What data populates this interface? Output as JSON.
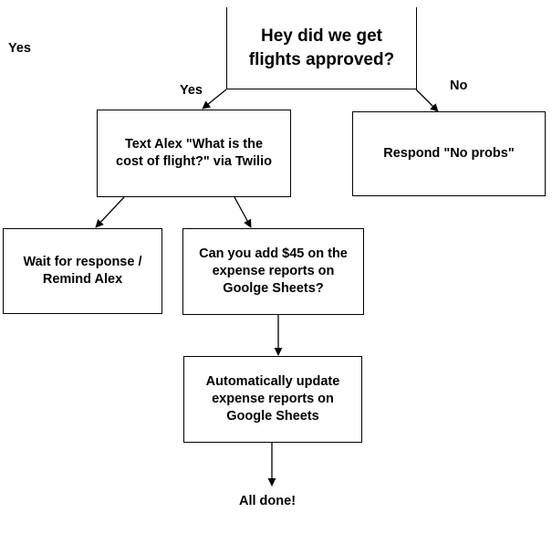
{
  "nodes": {
    "root": "Hey did we get\nflights approved?",
    "text_alex": "Text Alex \"What is the\ncost of flight?\" via Twilio",
    "respond": "Respond \"No probs\"",
    "wait": "Wait for response /\nRemind Alex",
    "add_expense": "Can you add $45 on the\nexpense reports on\nGoolge Sheets?",
    "auto_update": "Automatically update\nexpense reports on\nGoogle Sheets"
  },
  "labels": {
    "yes_corner": "Yes",
    "yes_branch": "Yes",
    "no_branch": "No",
    "all_done": "All done!"
  },
  "colors": {
    "stroke": "#000000",
    "fill": "#ffffff",
    "text": "#000000"
  }
}
